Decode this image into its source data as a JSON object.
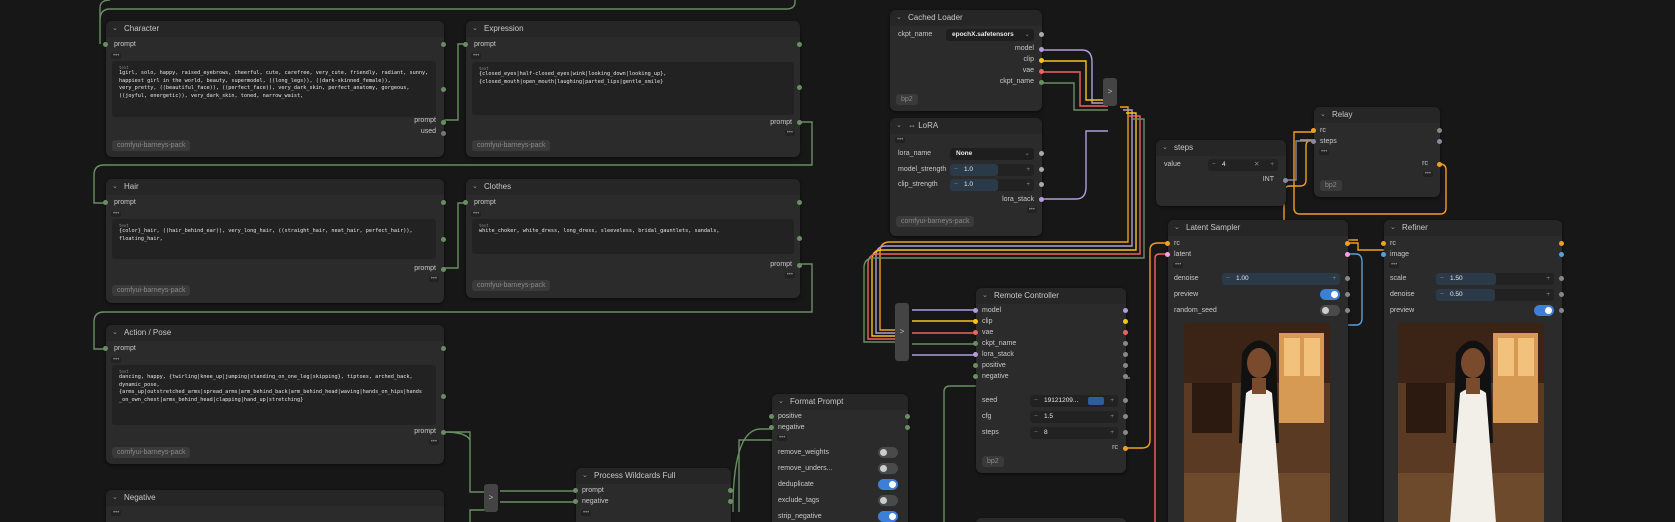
{
  "nodes": {
    "character": {
      "title": "Character",
      "in_prompt": "prompt",
      "text_key": "text",
      "text": "1girl, solo, happy, raised_eyebrows, cheerful, cute, carefree, very_cute, friendly, radiant, sunny, happiest girl in the world, beauty, supermodel, ((long_legs)), ((dark-skinned_female)), very_pretty, ((beautiful_face)), ((perfect_face)), very_dark_skin, perfect_anatomy, gorgeous, ((joyful, energetic)), very_dark_skin, toned, narrow_waist,",
      "out_prompt": "prompt",
      "out_used": "used",
      "badge": "comfyui-barneys-pack"
    },
    "expression": {
      "title": "Expression",
      "in_prompt": "prompt",
      "text_key": "text",
      "text": "{closed_eyes|half-closed_eyes|wink|looking_down|looking_up},\n{closed_mouth|open_mouth|laughing|parted_lips|gentle_smile}",
      "out_prompt": "prompt",
      "badge": "comfyui-barneys-pack"
    },
    "hair": {
      "title": "Hair",
      "in_prompt": "prompt",
      "text_key": "text",
      "text": "{color}_hair, ((hair_behind_ear)), very_long_hair, ((straight_hair, neat_hair, perfect_hair)),\nfloating_hair,",
      "out_prompt": "prompt",
      "badge": "comfyui-barneys-pack"
    },
    "clothes": {
      "title": "Clothes",
      "in_prompt": "prompt",
      "text_key": "text",
      "text": "white_choker, white_dress, long_dress, sleeveless, bridal_gauntlets, sandals,",
      "out_prompt": "prompt",
      "badge": "comfyui-barneys-pack"
    },
    "action": {
      "title": "Action / Pose",
      "in_prompt": "prompt",
      "text_key": "text",
      "text": "dancing, happy, {twirling|knee_up|jumping|standing_on_one_leg|skipping}, tiptoes, arched_back,\ndynamic_pose,\n{arms_up|outstretched_arms|spread_arms|arm_behind_back|arm_behind_head|waving|hands_on_hips|hands\n_on_own_chest|arms_behind_head|clapping|hand_up|stretching}",
      "out_prompt": "prompt",
      "badge": "comfyui-barneys-pack"
    },
    "negative": {
      "title": "Negative"
    },
    "process": {
      "title": "Process Wildcards Full",
      "in_prompt": "prompt",
      "in_negative": "negative"
    },
    "format": {
      "title": "Format Prompt",
      "in_positive": "positive",
      "in_negative": "negative",
      "opts": [
        {
          "label": "remove_weights",
          "on": false
        },
        {
          "label": "remove_unders...",
          "on": false
        },
        {
          "label": "deduplicate",
          "on": true
        },
        {
          "label": "exclude_tags",
          "on": false
        },
        {
          "label": "strip_negative",
          "on": true
        }
      ]
    },
    "cached": {
      "title": "Cached Loader",
      "ckpt_label": "ckpt_name",
      "ckpt_value": "epochX.safetensors",
      "outs": [
        "model",
        "clip",
        "vae",
        "ckpt_name"
      ],
      "badge": "bp2"
    },
    "lora": {
      "title": "⇔ LoRA",
      "lora_label": "lora_name",
      "lora_value": "None",
      "ms_label": "model_strength",
      "ms_value": "1.0",
      "cs_label": "clip_strength",
      "cs_value": "1.0",
      "out": "lora_stack",
      "badge": "comfyui-barneys-pack"
    },
    "remote": {
      "title": "Remote Controller",
      "ins": [
        "model",
        "clip",
        "vae",
        "ckpt_name",
        "lora_stack",
        "positive",
        "negative"
      ],
      "seed_label": "seed",
      "seed_value": "19121209...",
      "cfg_label": "cfg",
      "cfg_value": "1.5",
      "steps_label": "steps",
      "steps_value": "8",
      "out_rc": "rc",
      "badge": "bp2"
    },
    "steps": {
      "title": "steps",
      "value_label": "value",
      "value": "4",
      "out": "INT"
    },
    "relay": {
      "title": "Relay",
      "in_rc": "rc",
      "in_steps": "steps",
      "out_rc": "rc",
      "badge": "bp2"
    },
    "sampler": {
      "title": "Latent Sampler",
      "in_rc": "rc",
      "in_latent": "latent",
      "denoise_label": "denoise",
      "denoise_value": "1.00",
      "preview_label": "preview",
      "preview_on": true,
      "seed_label": "random_seed",
      "seed_on": false
    },
    "refiner": {
      "title": "Refiner",
      "in_rc": "rc",
      "in_image": "image",
      "scale_label": "scale",
      "scale_value": "1.50",
      "denoise_label": "denoise",
      "denoise_value": "0.50",
      "preview_label": "preview",
      "preview_on": true
    }
  },
  "ui": {
    "reroute_glyph": ">",
    "dots": "•••",
    "chevron": "⌄"
  },
  "colors": {
    "wire_prompt": "#6a8e64",
    "wire_model": "#b39ddb",
    "wire_clip": "#f5c518",
    "wire_vae": "#f06262",
    "wire_rc": "#f0a020",
    "wire_image": "#5aa0d8",
    "wire_latent": "#ff9ce6",
    "toggle_on": "#3c7fd6"
  }
}
